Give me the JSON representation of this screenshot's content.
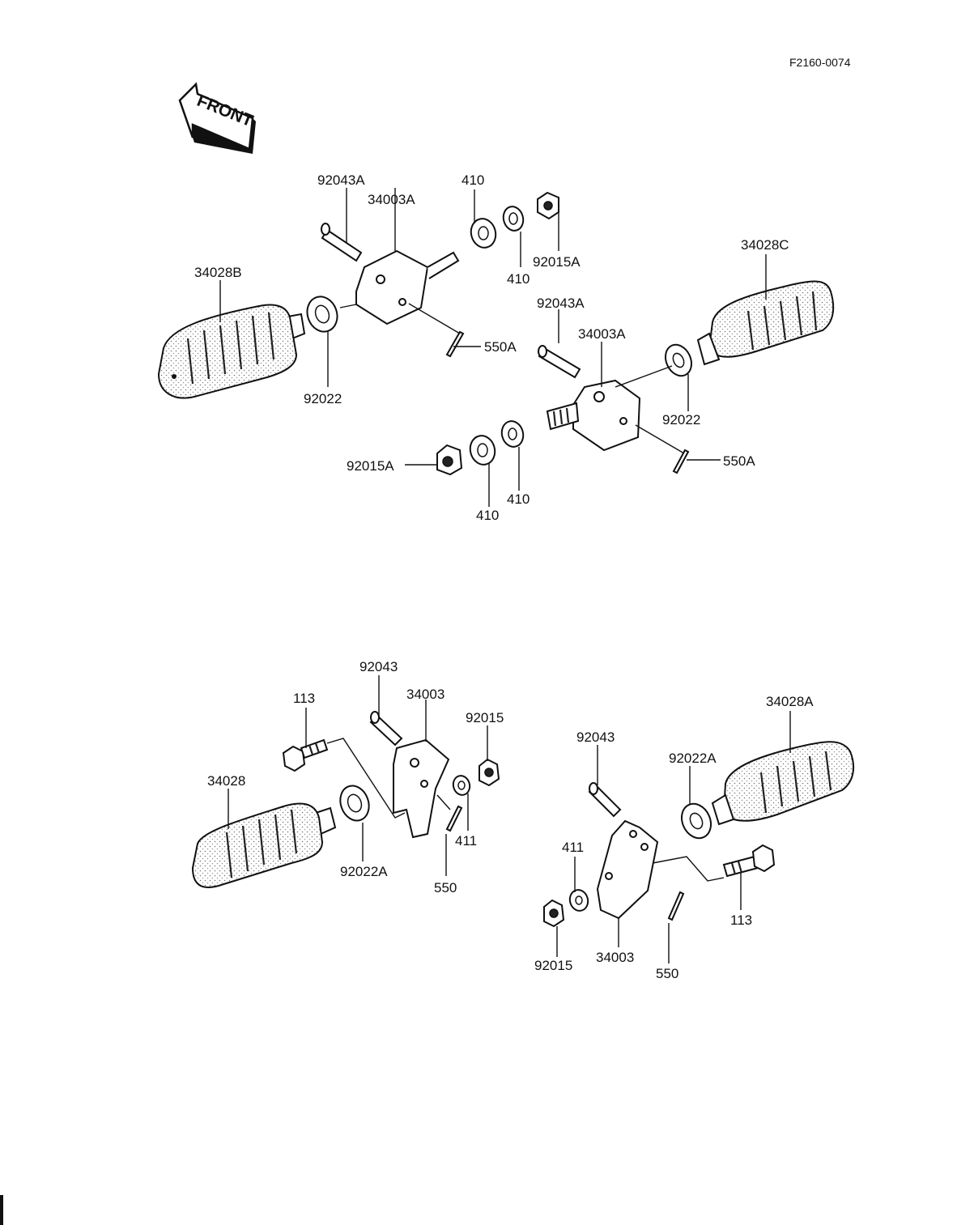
{
  "diagram_code": "F2160-0074",
  "front_label": "FRONT",
  "labels": {
    "p92043A_1": "92043A",
    "p34003A_1": "34003A",
    "p410_1": "410",
    "p410_2": "410",
    "p92015A_1": "92015A",
    "p34028B": "34028B",
    "p92022_1": "92022",
    "p550A_1": "550A",
    "p34028C": "34028C",
    "p92043A_2": "92043A",
    "p34003A_2": "34003A",
    "p92022_2": "92022",
    "p550A_2": "550A",
    "p92015A_2": "92015A",
    "p410_3": "410",
    "p410_4": "410",
    "p92043_1": "92043",
    "p34003_1": "34003",
    "p113_1": "113",
    "p92015_1": "92015",
    "p34028": "34028",
    "p411_1": "411",
    "p92022A_1": "92022A",
    "p550_1": "550",
    "p34028A": "34028A",
    "p92043_2": "92043",
    "p92022A_2": "92022A",
    "p411_2": "411",
    "p113_2": "113",
    "p92015_2": "92015",
    "p34003_2": "34003",
    "p550_2": "550"
  }
}
